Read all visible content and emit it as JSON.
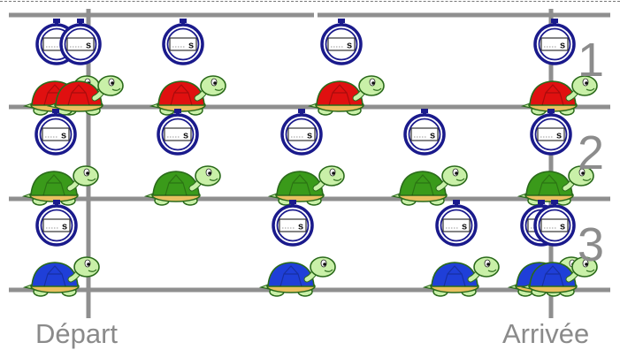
{
  "labels": {
    "start": "Départ",
    "finish": "Arrivée"
  },
  "lanes": [
    {
      "number": "1",
      "shell_color": "#e01010",
      "turtles": [
        {
          "stopwatch_text": "s"
        },
        {
          "stopwatch_text": "s"
        },
        {
          "stopwatch_text": "s"
        },
        {
          "stopwatch_text": "s"
        },
        {
          "stopwatch_text": "s"
        }
      ]
    },
    {
      "number": "2",
      "shell_color": "#3a9a1a",
      "turtles": [
        {
          "stopwatch_text": "s"
        },
        {
          "stopwatch_text": "s"
        },
        {
          "stopwatch_text": "s"
        },
        {
          "stopwatch_text": "s"
        },
        {
          "stopwatch_text": "s"
        }
      ]
    },
    {
      "number": "3",
      "shell_color": "#1f3fd8",
      "turtles": [
        {
          "stopwatch_text": "s"
        },
        {
          "stopwatch_text": "s"
        },
        {
          "stopwatch_text": "s"
        },
        {
          "stopwatch_text": "s"
        },
        {
          "stopwatch_text": "s"
        }
      ]
    }
  ],
  "colors": {
    "grid": "#8f8f8f",
    "stopwatch": "#1a1a8c",
    "turtle_skin": "#c9f0a8",
    "turtle_outline": "#2a6a1a"
  }
}
